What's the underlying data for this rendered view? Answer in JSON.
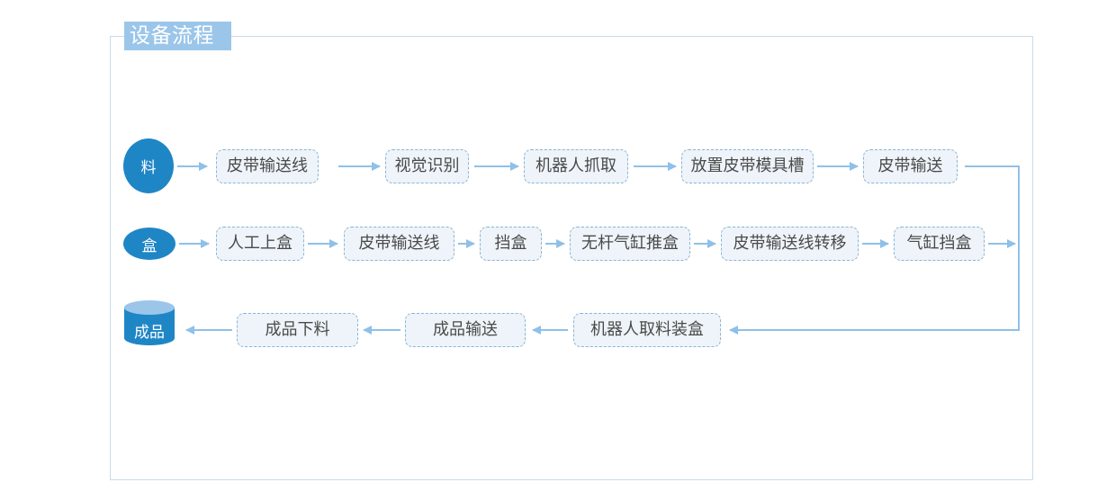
{
  "title": "设备流程",
  "row1": {
    "start": "料",
    "steps": [
      "皮带输送线",
      "视觉识别",
      "机器人抓取",
      "放置皮带模具槽",
      "皮带输送"
    ]
  },
  "row2": {
    "start": "盒",
    "steps": [
      "人工上盒",
      "皮带输送线",
      "挡盒",
      "无杆气缸推盒",
      "皮带输送线转移",
      "气缸挡盒"
    ]
  },
  "row3": {
    "end": "成品",
    "steps": [
      "机器人取料装盒",
      "成品输送",
      "成品下料"
    ]
  },
  "colors": {
    "accent": "#1f86c6",
    "title_bg": "#9bc6ea",
    "arrow": "#8fc0e8",
    "box_border": "#8ab4d8",
    "box_bg": "#eef4f9"
  }
}
